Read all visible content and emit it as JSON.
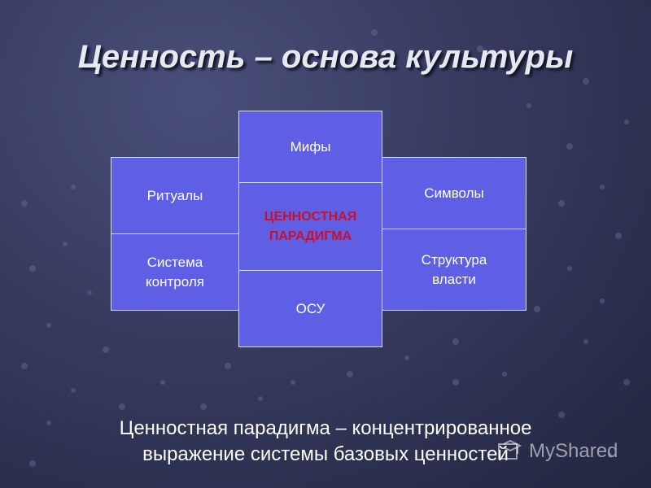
{
  "slide": {
    "title": "Ценность – основа культуры",
    "caption_line1": "Ценностная парадигма – концентрированное",
    "caption_line2": "выражение системы базовых ценностей"
  },
  "boxes": {
    "myths": "Мифы",
    "rituals": "Ритуалы",
    "symbols": "Символы",
    "control_system": "Система\nконтроля",
    "power_structure": "Структура\nвласти",
    "paradigm": "ЦЕННОСТНАЯ\nПАРАДИГМА",
    "osu": "ОСУ"
  },
  "watermark": {
    "text": "MyShared",
    "icon": "graduation-cap-icon"
  },
  "colors": {
    "box_fill": "#5f5fe6",
    "box_border": "#d9dcff",
    "paradigm_text": "#c8102e",
    "background": "#363a5e"
  }
}
